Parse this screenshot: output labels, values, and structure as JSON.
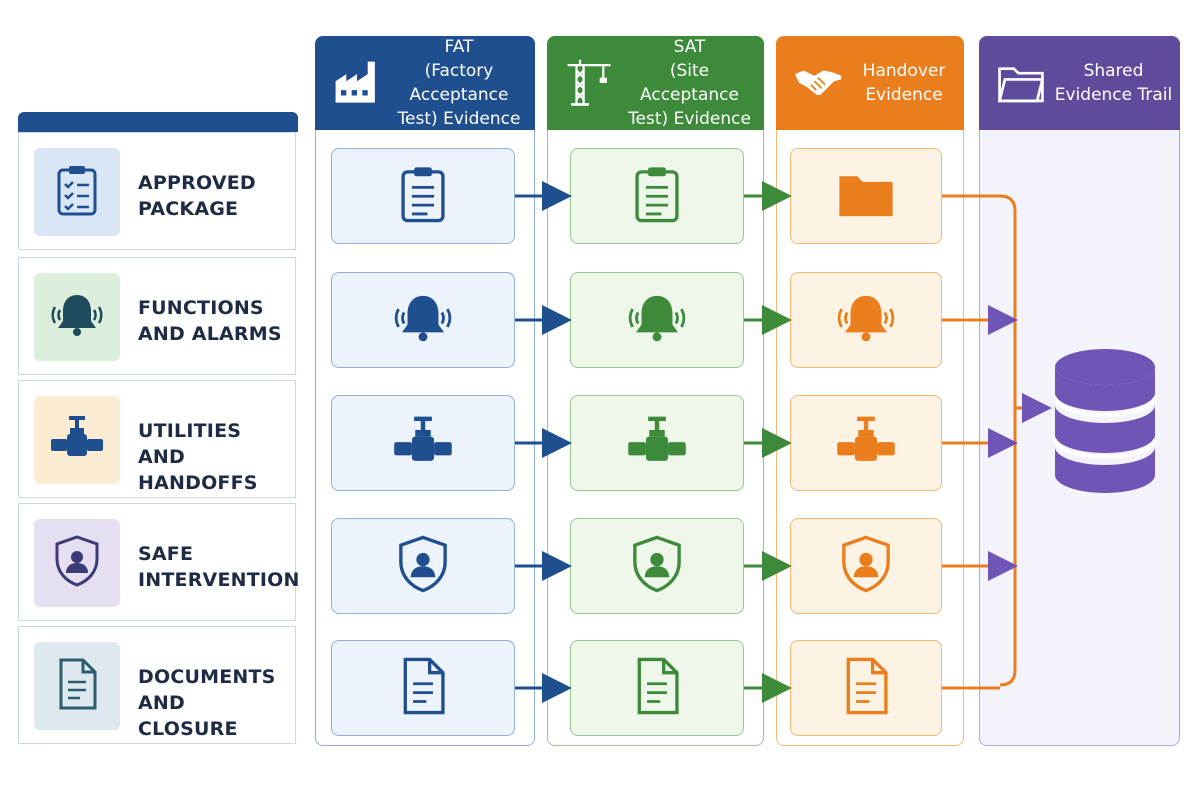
{
  "categories": [
    {
      "label_line1": "APPROVED",
      "label_line2": "PACKAGE",
      "icon": "clipboard-checklist-icon",
      "bg": "#d9e6f6"
    },
    {
      "label_line1": "FUNCTIONS",
      "label_line2": "AND ALARMS",
      "icon": "alarm-bell-icon",
      "bg": "#dcefdc"
    },
    {
      "label_line1": "UTILITIES",
      "label_line2": "AND HANDOFFS",
      "icon": "valve-icon",
      "bg": "#fbecd3"
    },
    {
      "label_line1": "SAFE",
      "label_line2": "INTERVENTION",
      "icon": "shield-person-icon",
      "bg": "#e6def1"
    },
    {
      "label_line1": "DOCUMENTS",
      "label_line2": "AND CLOSURE",
      "icon": "document-icon",
      "bg": "#dde9ee"
    }
  ],
  "stages": [
    {
      "line1": "FAT",
      "line2": "(Factory Acceptance",
      "line3": "Test) Evidence",
      "icon": "factory-icon",
      "color": "#1f4f8f",
      "light": "#edf3fb",
      "border": "#8fb0d8"
    },
    {
      "line1": "SAT",
      "line2": "(Site Acceptance",
      "line3": "Test) Evidence",
      "icon": "crane-icon",
      "color": "#3c8a3a",
      "light": "#eef7ea",
      "border": "#93c98d"
    },
    {
      "line1": "Handover",
      "line2": "Evidence",
      "icon": "handshake-icon",
      "color": "#ea7d1c",
      "light": "#fdf3e4",
      "border": "#f2b878"
    },
    {
      "line1": "Shared",
      "line2": "Evidence Trail",
      "icon": "folder-icon",
      "color": "#5f4b9b",
      "light": "#f4f2fa",
      "border": "#b2a7d3"
    }
  ],
  "trail_icon": "database-icon",
  "colors": {
    "purple": "#6f55b5",
    "orange": "#ea7d1c",
    "navy": "#1f4f8f",
    "green": "#3c8a3a"
  }
}
